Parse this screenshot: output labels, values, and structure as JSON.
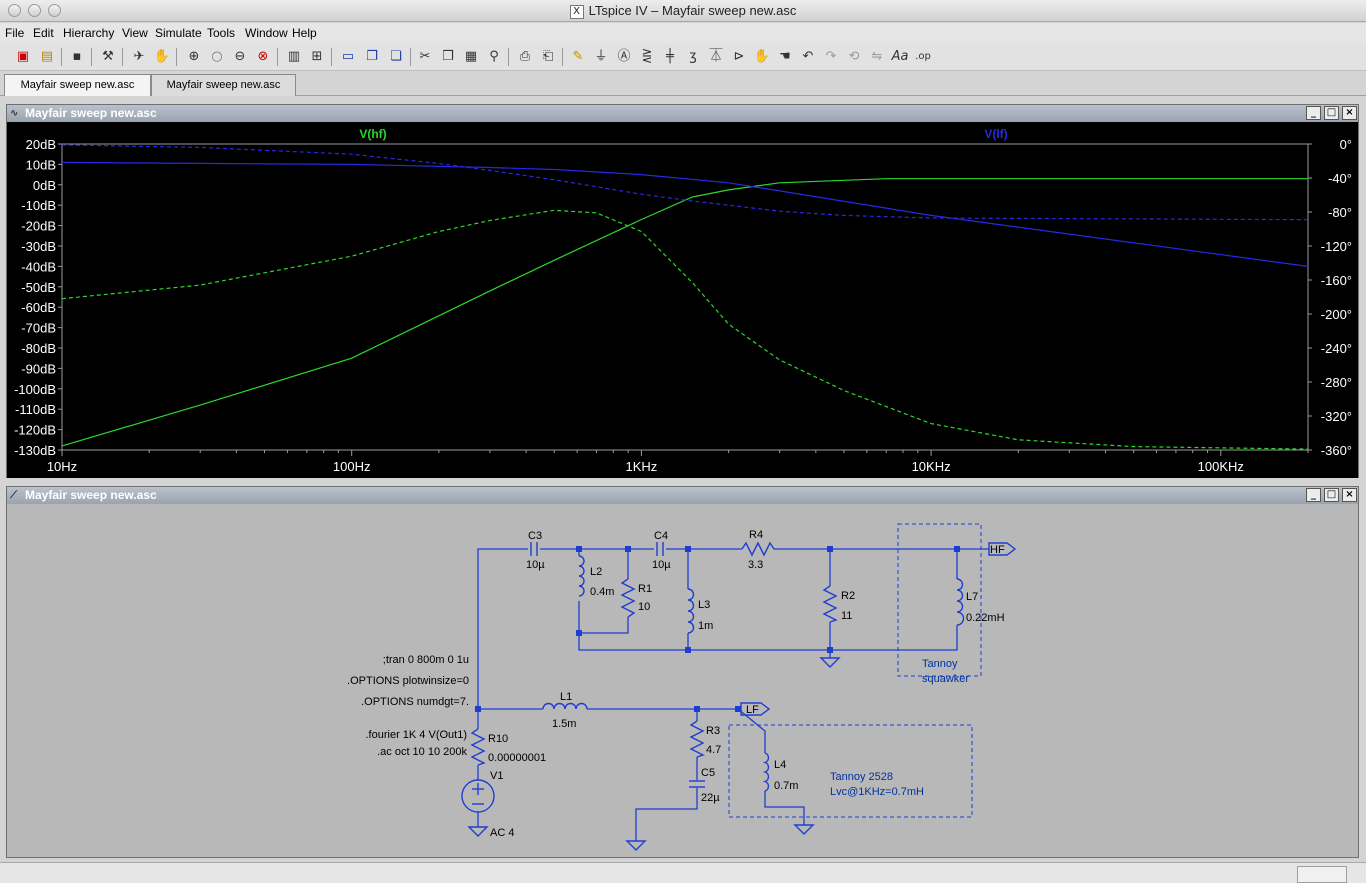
{
  "window": {
    "title": "LTspice IV – Mayfair sweep new.asc",
    "x_icon": "X"
  },
  "menu": [
    "File",
    "Edit",
    "Hierarchy",
    "View",
    "Simulate",
    "Tools",
    "Window",
    "Help"
  ],
  "toolbar_icons": [
    "new-schematic-icon",
    "open-icon",
    "save-icon",
    "control-panel-icon",
    "run-icon",
    "halt-icon",
    "zoom-in-icon",
    "zoom-out-icon",
    "zoom-fit-icon",
    "zoom-cancel-icon",
    "autorange-icon",
    "tile-horizontal-icon",
    "cascade-icon",
    "tile-vertical-icon",
    "cut-icon",
    "copy-icon",
    "paste-icon",
    "find-icon",
    "print-icon",
    "print-preview-icon",
    "wire-icon",
    "ground-icon",
    "label-net-icon",
    "resistor-icon",
    "capacitor-icon",
    "inductor-icon",
    "diode-icon",
    "component-icon",
    "move-icon",
    "drag-icon",
    "undo-icon",
    "redo-icon",
    "rotate-icon",
    "mirror-icon",
    "text-icon",
    "spice-directive-icon"
  ],
  "tabs": [
    "Mayfair sweep new.asc",
    "Mayfair sweep new.asc"
  ],
  "plot_window": {
    "title": "Mayfair sweep new.asc",
    "btn_min": "_",
    "btn_max": "□",
    "btn_close": "×"
  },
  "schematic_window": {
    "title": "Mayfair sweep new.asc",
    "btn_min": "_",
    "btn_max": "□",
    "btn_close": "×"
  },
  "chart_data": {
    "type": "line",
    "x_scale": "log",
    "xlim": [
      10,
      200000
    ],
    "ylim": [
      -130,
      20
    ],
    "y2lim": [
      -360,
      0
    ],
    "grid": false,
    "x_ticks": [
      {
        "v": 10,
        "label": "10Hz"
      },
      {
        "v": 100,
        "label": "100Hz"
      },
      {
        "v": 1000,
        "label": "1KHz"
      },
      {
        "v": 10000,
        "label": "10KHz"
      },
      {
        "v": 100000,
        "label": "100KHz"
      }
    ],
    "y_ticks": [
      "20dB",
      "10dB",
      "0dB",
      "-10dB",
      "-20dB",
      "-30dB",
      "-40dB",
      "-50dB",
      "-60dB",
      "-70dB",
      "-80dB",
      "-90dB",
      "-100dB",
      "-110dB",
      "-120dB",
      "-130dB"
    ],
    "y2_ticks": [
      "0°",
      "-40°",
      "-80°",
      "-120°",
      "-160°",
      "-200°",
      "-240°",
      "-280°",
      "-320°",
      "-360°"
    ],
    "colors": {
      "hf": "#2bd82b",
      "lf": "#2828e6"
    },
    "series": [
      {
        "name": "V(hf)",
        "key": "hf",
        "kind": "magnitude",
        "x": [
          10,
          30,
          100,
          300,
          500,
          1000,
          1500,
          2000,
          3000,
          7000,
          200000
        ],
        "y": [
          -128,
          -108,
          -85,
          -52,
          -37,
          -17,
          -6,
          -2.5,
          1,
          3,
          3
        ]
      },
      {
        "name": "V(hf)",
        "key": "hf",
        "kind": "phase",
        "x": [
          10,
          30,
          100,
          200,
          300,
          500,
          700,
          1000,
          1500,
          2000,
          3000,
          5000,
          10000,
          20000,
          50000,
          200000
        ],
        "y": [
          -182,
          -166,
          -132,
          -103,
          -90,
          -78,
          -81,
          -103,
          -163,
          -212,
          -254,
          -290,
          -329,
          -348,
          -356,
          -359
        ]
      },
      {
        "name": "V(lf)",
        "key": "lf",
        "kind": "magnitude",
        "x": [
          10,
          100,
          300,
          500,
          1000,
          2000,
          3000,
          10000,
          200000
        ],
        "y": [
          11,
          10,
          8.5,
          7.5,
          5,
          1,
          -3,
          -15,
          -40
        ]
      },
      {
        "name": "V(lf)",
        "key": "lf",
        "kind": "phase",
        "x": [
          10,
          30,
          100,
          200,
          300,
          500,
          1000,
          1500,
          2000,
          3000,
          5000,
          10000,
          200000
        ],
        "y": [
          -1,
          -4,
          -12,
          -23,
          -31,
          -42,
          -59,
          -67,
          -72,
          -79,
          -84,
          -87,
          -89
        ]
      }
    ]
  },
  "schematic": {
    "components": [
      {
        "ref": "C3",
        "value": "10µ"
      },
      {
        "ref": "C4",
        "value": "10µ"
      },
      {
        "ref": "R4",
        "value": "3.3"
      },
      {
        "ref": "L2",
        "value": "0.4m"
      },
      {
        "ref": "R1",
        "value": "10"
      },
      {
        "ref": "L3",
        "value": "1m"
      },
      {
        "ref": "R2",
        "value": "11"
      },
      {
        "ref": "L7",
        "value": "0.22mH"
      },
      {
        "ref": "L1",
        "value": "1.5m"
      },
      {
        "ref": "R3",
        "value": "4.7"
      },
      {
        "ref": "C5",
        "value": "22µ"
      },
      {
        "ref": "L4",
        "value": "0.7m"
      },
      {
        "ref": "R10",
        "value": "0.00000001"
      },
      {
        "ref": "V1",
        "value": "AC 4"
      }
    ],
    "labels": {
      "hf": "HF",
      "lf": "LF"
    },
    "directives": [
      ";tran 0 800m 0 1u",
      ".OPTIONS plotwinsize=0",
      ".OPTIONS numdgt=7.",
      ".fourier 1K 4 V(Out1)",
      ".ac oct 10 10 200k"
    ],
    "annotations": {
      "squawker1": "Tannoy",
      "squawker2": "squawker",
      "woofer1": "Tannoy 2528",
      "woofer2": "Lvc@1KHz=0.7mH"
    }
  }
}
